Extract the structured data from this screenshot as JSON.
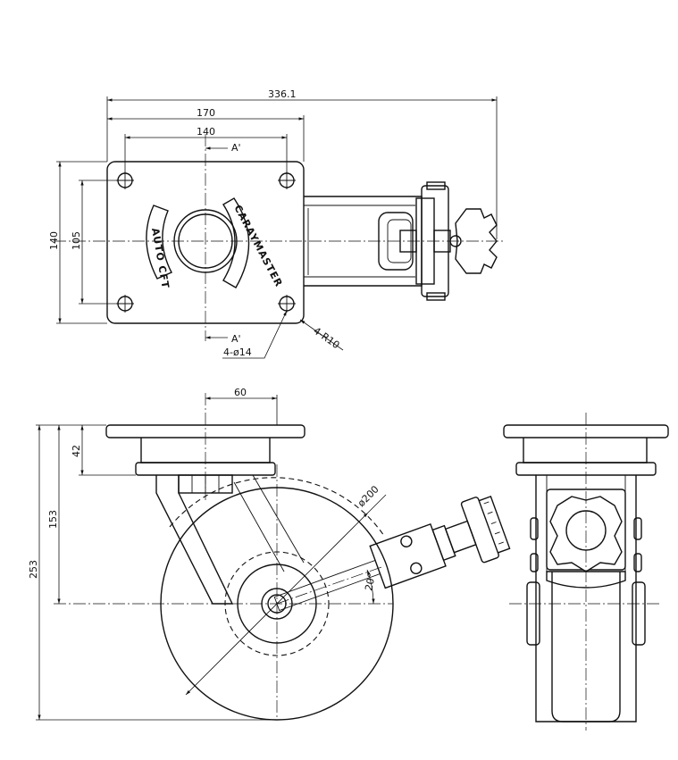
{
  "top_view": {
    "dim_overall": "336.1",
    "dim_width": "170",
    "dim_bolt_width": "140",
    "dim_height": "140",
    "dim_bolt_height": "105",
    "section_mark_top": "A'",
    "section_mark_bottom": "A'",
    "hole_callout": "4-ø14",
    "radius_callout": "4-R10",
    "brand_text": "CARAYMASTER",
    "auto_text": "AUTO CFT"
  },
  "side_view": {
    "dim_offset": "60",
    "dim_overall_height": "253",
    "dim_axle_height": "153",
    "dim_plate_height": "42",
    "dim_wheel_dia": "ø200",
    "dim_angle": "20°"
  },
  "colors": {
    "line": "#111111",
    "background": "#ffffff"
  }
}
